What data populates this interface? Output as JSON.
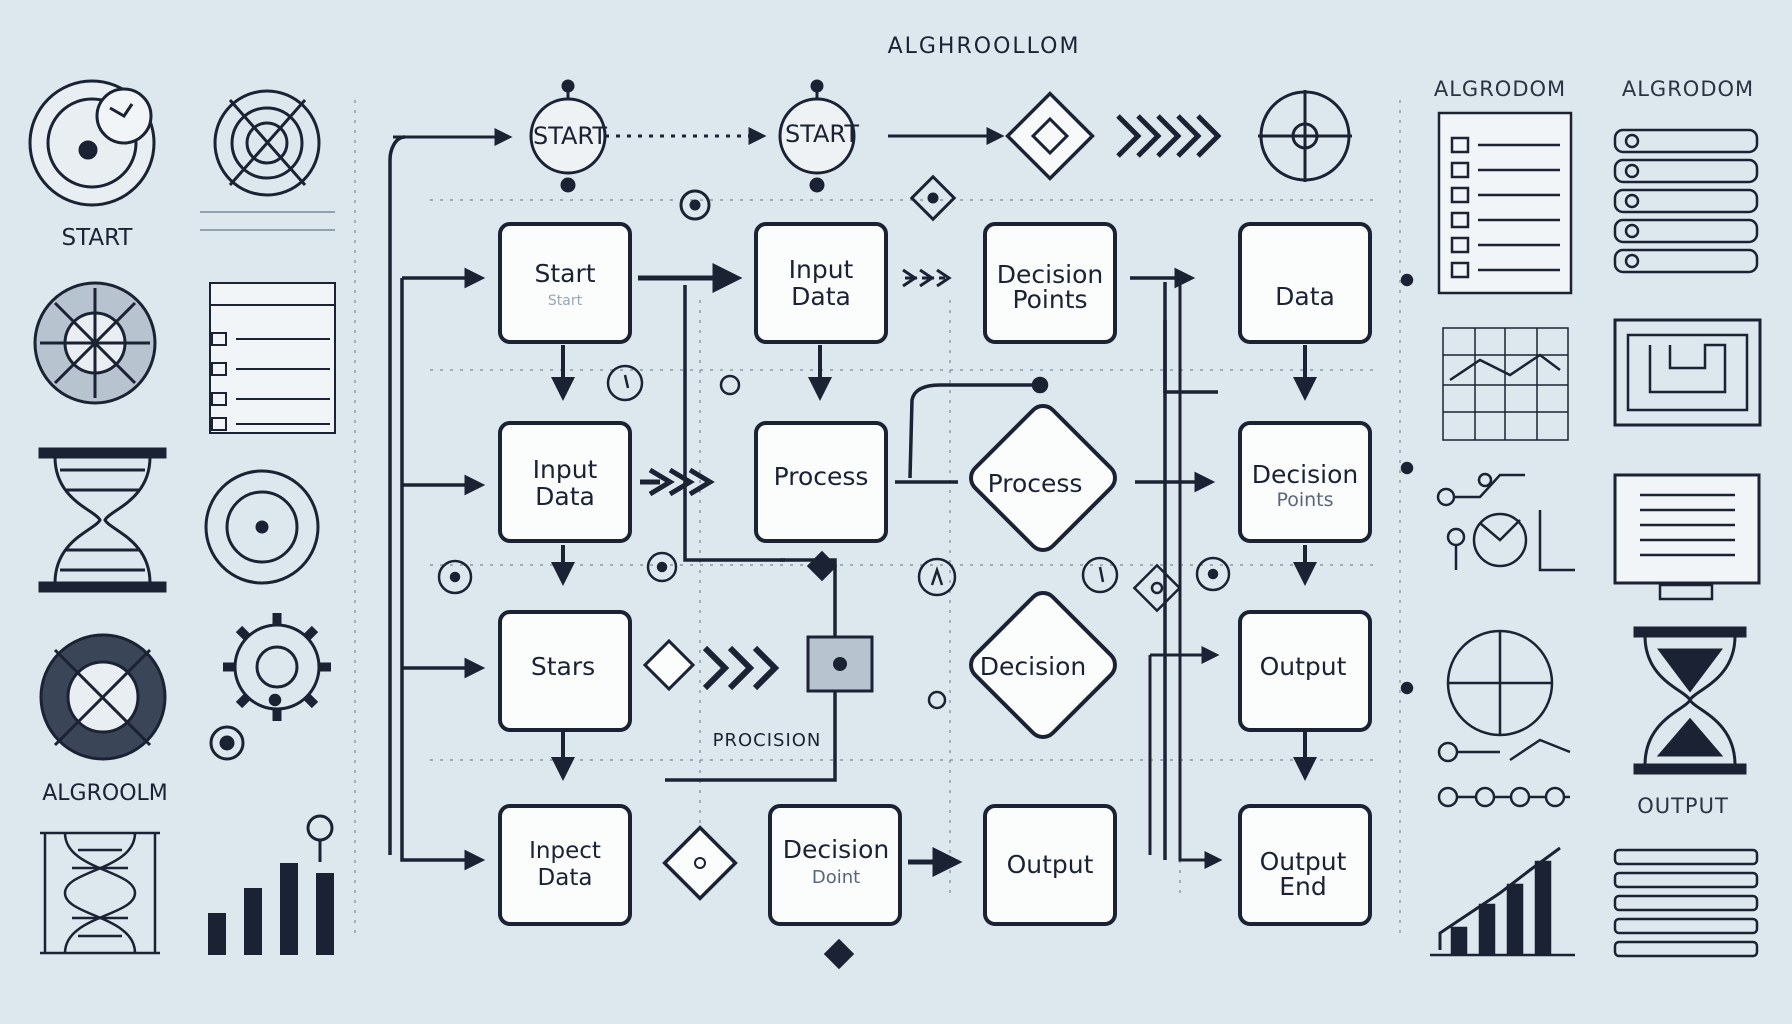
{
  "header": {
    "title": "ALGHROOLLOM"
  },
  "left_panel": {
    "start_label": "START",
    "algo_label": "ALGROOLM"
  },
  "right_panel": {
    "title_a": "ALGRODOM",
    "title_b": "ALGRODOM",
    "output_label": "OUTPUT"
  },
  "top_row": {
    "start_a": "START",
    "start_b": "START"
  },
  "nodes": {
    "r1c1": [
      "Start",
      "Start"
    ],
    "r1c2": [
      "Input",
      "Data"
    ],
    "r1c3": [
      "Decision",
      "Points"
    ],
    "r1c4": [
      "Data"
    ],
    "r2c1": [
      "Input",
      "Data"
    ],
    "r2c2": [
      "Process"
    ],
    "r2c3": [
      "Process"
    ],
    "r2c4": [
      "Decision",
      "Points"
    ],
    "r3c1": [
      "Stars"
    ],
    "r3c3": [
      "Decision"
    ],
    "r3c4": [
      "Output"
    ],
    "r4c1": [
      "Inpect",
      "Data"
    ],
    "r4c2": [
      "Decision",
      "Doint"
    ],
    "r4c3": [
      "Output"
    ],
    "r4c4": [
      "Output",
      "End"
    ]
  },
  "annotations": {
    "precision": "PROCISION"
  },
  "colors": {
    "background": "#dde8ee",
    "stroke": "#1a2233",
    "box_fill": "#fbfcfc"
  }
}
